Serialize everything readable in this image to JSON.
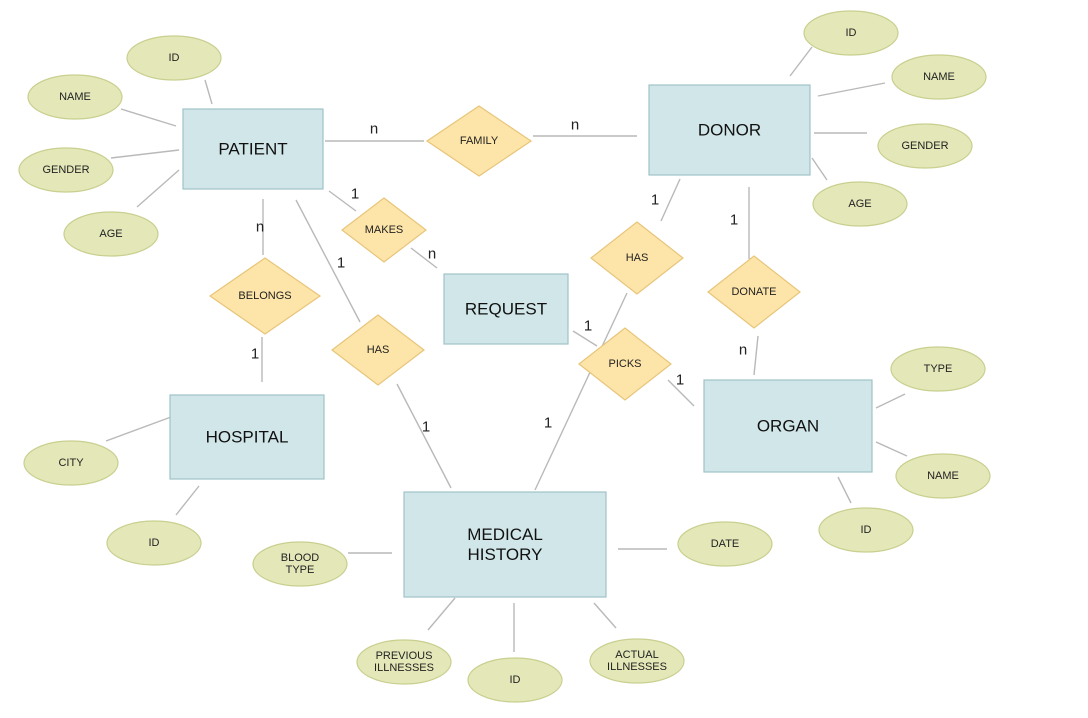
{
  "entities": {
    "patient": [
      "PATIENT"
    ],
    "donor": [
      "DONOR"
    ],
    "request": [
      "REQUEST"
    ],
    "hospital": [
      "HOSPITAL"
    ],
    "organ": [
      "ORGAN"
    ],
    "medical_history": [
      "MEDICAL",
      "HISTORY"
    ]
  },
  "relationships": {
    "family": "FAMILY",
    "makes": "MAKES",
    "belongs": "BELONGS",
    "has_patient": "HAS",
    "has_donor": "HAS",
    "donate": "DONATE",
    "picks": "PICKS"
  },
  "attributes": {
    "patient_id": [
      "ID"
    ],
    "patient_name": [
      "NAME"
    ],
    "patient_gender": [
      "GENDER"
    ],
    "patient_age": [
      "AGE"
    ],
    "donor_id": [
      "ID"
    ],
    "donor_name": [
      "NAME"
    ],
    "donor_gender": [
      "GENDER"
    ],
    "donor_age": [
      "AGE"
    ],
    "hospital_city": [
      "CITY"
    ],
    "hospital_id": [
      "ID"
    ],
    "organ_type": [
      "TYPE"
    ],
    "organ_name": [
      "NAME"
    ],
    "organ_id": [
      "ID"
    ],
    "mh_blood_type": [
      "BLOOD",
      "TYPE"
    ],
    "mh_date": [
      "DATE"
    ],
    "mh_previous_illnesses": [
      "PREVIOUS",
      "ILLNESSES"
    ],
    "mh_id": [
      "ID"
    ],
    "mh_actual_illnesses": [
      "ACTUAL",
      "ILLNESSES"
    ]
  },
  "cardinalities": {
    "patient_family": "n",
    "donor_family": "n",
    "patient_makes": "1",
    "request_makes": "n",
    "patient_belongs": "n",
    "hospital_belongs": "1",
    "patient_has": "1",
    "history_has_patient": "1",
    "donor_has": "1",
    "history_has_donor": "1",
    "donor_donate": "1",
    "organ_donate": "n",
    "request_picks": "1",
    "organ_picks": "1"
  }
}
